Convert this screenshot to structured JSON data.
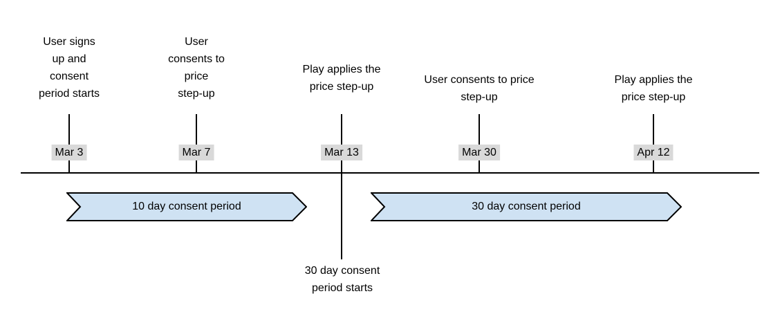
{
  "timeline": {
    "events": [
      {
        "label": "User signs\nup and\nconsent\nperiod starts",
        "date": "Mar 3"
      },
      {
        "label": "User\nconsents to\nprice\nstep-up",
        "date": "Mar 7"
      },
      {
        "label": "Play applies the\nprice step-up",
        "date": "Mar 13",
        "annotation_below": "30 day consent\nperiod starts"
      },
      {
        "label": "User consents to price\nstep-up",
        "date": "Mar 30"
      },
      {
        "label": "Play applies the\nprice step-up",
        "date": "Apr 12"
      }
    ],
    "periods": [
      {
        "label": "10 day consent period"
      },
      {
        "label": "30 day consent period"
      }
    ],
    "colors": {
      "axis": "#000000",
      "text": "#000000",
      "date_chip_bg": "#d9d9d9",
      "period_fill": "#cfe2f3",
      "period_border": "#000000"
    }
  }
}
